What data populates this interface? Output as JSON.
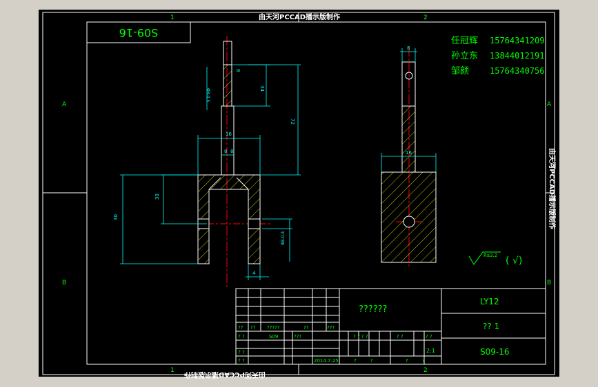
{
  "colors": {
    "background": "#000000",
    "frame": "#ffffff",
    "title_block": "#ffffff",
    "text_green": "#00ff00",
    "dimension_cyan": "#00ffff",
    "part_yellow": "#ffff00",
    "center_red": "#ff0000",
    "hatch_yellow": "#ffff00"
  },
  "border": {
    "top_zones": [
      "1",
      "2"
    ],
    "bottom_zones": [
      "1",
      "2"
    ],
    "left_zones": [
      "A",
      "B"
    ],
    "right_zones": [
      "A",
      "B"
    ],
    "top_banner": "由天河PCCAD播示版制作",
    "bottom_banner": "由天河PCCAD播示版制作",
    "side_banner": "由天河PCCAD播示版制作"
  },
  "drawing_number_box": "S09-16",
  "contacts": [
    {
      "name": "任冠辉",
      "phone": "15764341209"
    },
    {
      "name": "孙立东",
      "phone": "13844012191"
    },
    {
      "name": "邹颜",
      "phone": "15764340756"
    }
  ],
  "dimensions": {
    "front": {
      "top_height": "34",
      "hole": "8",
      "neck_width": "16",
      "slot_width": "8",
      "total_height": "72",
      "hole_tol": "Φ8-0.5",
      "inner_height": "30",
      "outer_height": "30",
      "bottom_dim": "Φ8-0.4",
      "base_width": "4"
    },
    "side": {
      "top_width": "8",
      "neck_width": "16"
    }
  },
  "roughness": {
    "value": "Ra3.2",
    "other": "( √)"
  },
  "title_block": {
    "title": "??????",
    "material": "LY12",
    "scale_label": "?? 1",
    "drawing_no": "S09-16",
    "scale": "2:1",
    "row_labels": [
      "??",
      "??",
      "?????",
      "??",
      "???"
    ],
    "s09": "S09",
    "qqq": "???",
    "q4": "? ? ? ?",
    "q2a": "? ?",
    "q2b": "? ?",
    "designer_row": "? ?",
    "approver_row": "? ?",
    "date_label": "? ?",
    "date": "2014.7.25",
    "bottom_q": [
      "?",
      "?",
      "?",
      "?"
    ]
  }
}
